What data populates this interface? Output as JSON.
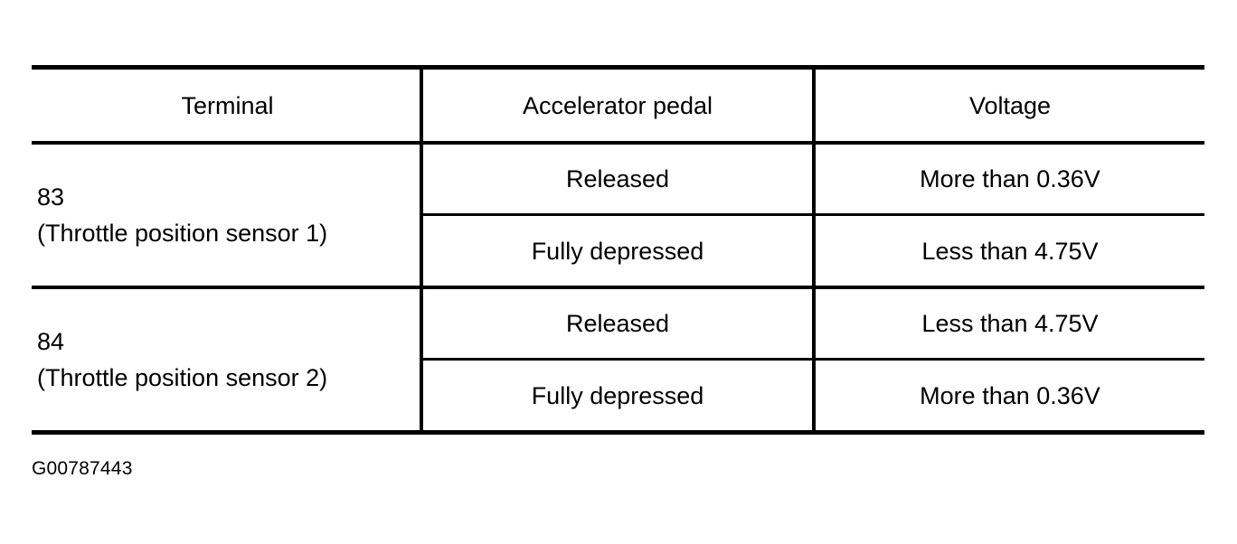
{
  "document": {
    "caption": "G00787443",
    "background_color": "#ffffff",
    "text_color": "#000000"
  },
  "table": {
    "name": "throttle-position-sensor-voltage-table",
    "columns": [
      {
        "key": "terminal",
        "header": "Terminal"
      },
      {
        "key": "accelerator_pedal",
        "header": "Accelerator pedal"
      },
      {
        "key": "voltage",
        "header": "Voltage"
      }
    ],
    "groups": [
      {
        "terminal": "83\n(Throttle position sensor 1)",
        "terminal_number": "83",
        "terminal_description": "(Throttle position sensor 1)",
        "rows": [
          {
            "accelerator_pedal": "Released",
            "voltage": "More than 0.36V"
          },
          {
            "accelerator_pedal": "Fully depressed",
            "voltage": "Less than 4.75V"
          }
        ]
      },
      {
        "terminal": "84\n(Throttle position sensor 2)",
        "terminal_number": "84",
        "terminal_description": "(Throttle position sensor 2)",
        "rows": [
          {
            "accelerator_pedal": "Released",
            "voltage": "Less than 4.75V"
          },
          {
            "accelerator_pedal": "Fully depressed",
            "voltage": "More than 0.36V"
          }
        ]
      }
    ]
  }
}
